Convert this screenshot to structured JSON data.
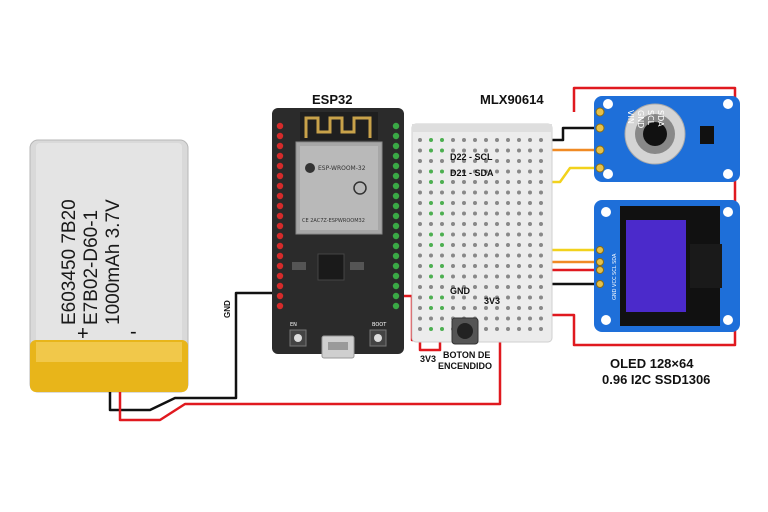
{
  "battery": {
    "line1": "E603450 7B20",
    "line2": "E7B02-D60-1",
    "line3": "1000mAh 3.7V",
    "plus": "+",
    "minus": "-"
  },
  "esp32": {
    "title": "ESP32",
    "module_line1": "ESP-WROOM-32",
    "module_line2": "CE 2AC7Z-ESPWROOM32",
    "btn_left": "EN",
    "btn_right": "BOOT"
  },
  "mlx": {
    "title": "MLX90614",
    "pins": [
      "VIN",
      "GND",
      "SCL",
      "SDA"
    ]
  },
  "oled": {
    "title_line1": "OLED 128×64",
    "title_line2": "0.96 I2C SSD1306",
    "pins": "GND VCC SCL SDA"
  },
  "labels": {
    "gnd_left": "GND",
    "d22": "D22 - SCL",
    "d21": "D21 - SDA",
    "gnd_mid": "GND",
    "v3v3_mid": "3V3",
    "v3v3_bottom": "3V3",
    "button_line1": "BOTON DE",
    "button_line2": "ENCENDIDO"
  },
  "colors": {
    "red_wire": "#e0191f",
    "black_wire": "#111111",
    "orange_wire": "#f08a24",
    "yellow_wire": "#f2d21c",
    "board": "#2b2b2b",
    "breadboard": "#ececec",
    "blue_board": "#1e6fd9",
    "oled_screen": "#4b2acb",
    "battery_gold": "#e8b51a"
  }
}
